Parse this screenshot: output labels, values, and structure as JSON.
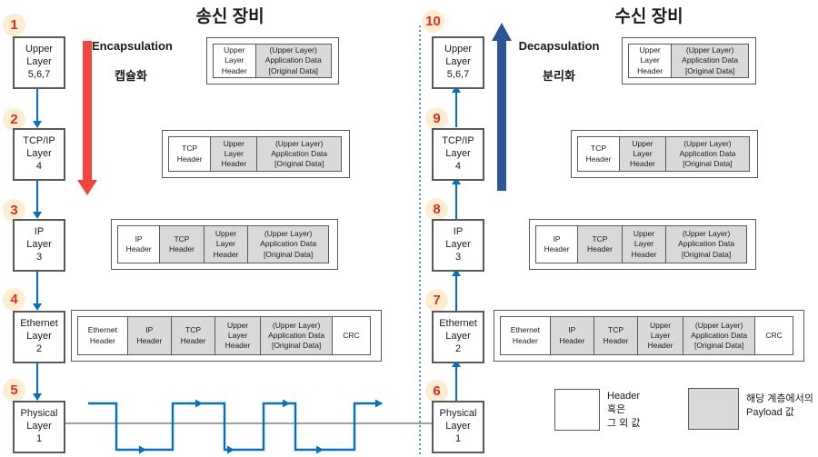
{
  "titles": {
    "sender": "송신 장비",
    "receiver": "수신 장비"
  },
  "flows": {
    "encapsulation": {
      "en": "Encapsulation",
      "ko": "캡슐화"
    },
    "decapsulation": {
      "en": "Decapsulation",
      "ko": "분리화"
    }
  },
  "steps": {
    "sender": [
      "1",
      "2",
      "3",
      "4",
      "5"
    ],
    "receiver": [
      "10",
      "9",
      "8",
      "7",
      "6"
    ]
  },
  "layers": [
    "Upper\nLayer\n5,6,7",
    "TCP/IP\nLayer\n4",
    "IP\nLayer\n3",
    "Ethernet\nLayer\n2",
    "Physical\nLayer\n1"
  ],
  "packet_rows": [
    {
      "cells": [
        {
          "text": "Upper\nLayer\nHeader",
          "type": "header"
        },
        {
          "text": "(Upper Layer)\nApplication Data\n[Original Data]",
          "type": "payload"
        }
      ]
    },
    {
      "cells": [
        {
          "text": "TCP\nHeader",
          "type": "header"
        },
        {
          "text": "Upper\nLayer\nHeader",
          "type": "payload"
        },
        {
          "text": "(Upper Layer)\nApplication Data\n[Original Data]",
          "type": "payload"
        }
      ]
    },
    {
      "cells": [
        {
          "text": "IP\nHeader",
          "type": "header"
        },
        {
          "text": "TCP\nHeader",
          "type": "payload"
        },
        {
          "text": "Upper\nLayer\nHeader",
          "type": "payload"
        },
        {
          "text": "(Upper Layer)\nApplication Data\n[Original Data]",
          "type": "payload"
        }
      ]
    },
    {
      "cells": [
        {
          "text": "Ethernet\nHeader",
          "type": "header"
        },
        {
          "text": "IP\nHeader",
          "type": "payload"
        },
        {
          "text": "TCP\nHeader",
          "type": "payload"
        },
        {
          "text": "Upper\nLayer\nHeader",
          "type": "payload"
        },
        {
          "text": "(Upper Layer)\nApplication Data\n[Original Data]",
          "type": "payload"
        },
        {
          "text": "CRC",
          "type": "header"
        }
      ]
    }
  ],
  "legend": {
    "header_label": "Header\n혹은\n그 외 값",
    "payload_label": "해당 계층에서의\nPayload 값"
  },
  "colors": {
    "payload_gray": "#d9d9d9",
    "header_white": "#ffffff",
    "box_border": "#595959",
    "connector_blue": "#0070c0",
    "encapsulation_red": "#f2453d",
    "decapsulation_navy": "#2e5597",
    "step_circle_bg": "#fdeed2",
    "step_number_red": "#e02b20",
    "divider_blue": "#2e75b6",
    "baseline_gray": "#808080"
  }
}
